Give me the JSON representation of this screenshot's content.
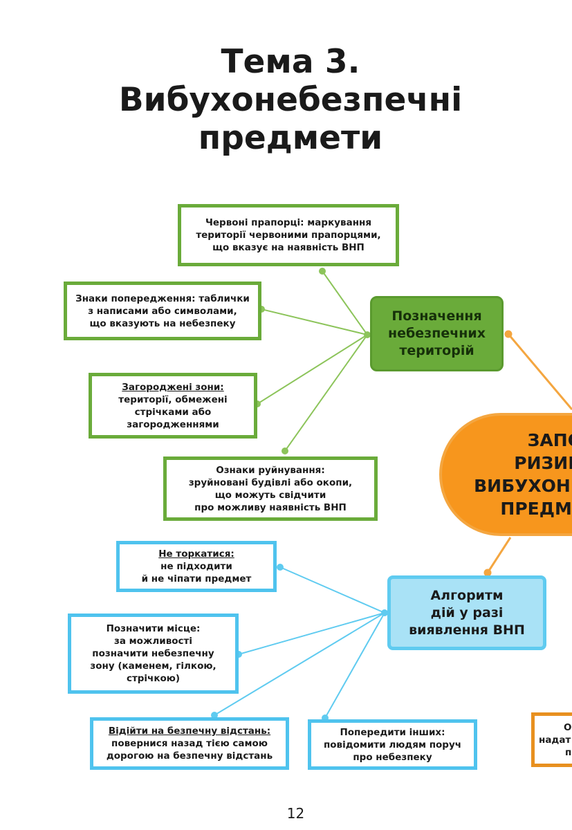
{
  "title": {
    "line1": "Тема 3.",
    "line2": "Вибухонебезпечні",
    "line3": "предмети"
  },
  "center": {
    "lines": [
      "ЗАПОБ",
      "РИЗИКА",
      "ВИБУХОНЕБ",
      "ПРЕДМЕТ"
    ]
  },
  "green_hub": {
    "lines": [
      "Позначення",
      "небезпечних",
      "територій"
    ]
  },
  "green_boxes": [
    {
      "lines": [
        "Червоні прапорці: маркування",
        "території червоними прапорцями,",
        "що вказує на наявність ВНП"
      ]
    },
    {
      "lines": [
        "Знаки попередження: таблички",
        "з написами або символами,",
        "що вказують на небезпеку"
      ]
    },
    {
      "heading": "Загороджені зони:",
      "lines": [
        "території, обмежені",
        "стрічками або",
        "загородженнями"
      ]
    },
    {
      "lines": [
        "Ознаки руйнування:",
        "зруйновані будівлі або окопи,",
        "що можуть свідчити",
        "про можливу наявність ВНП"
      ]
    }
  ],
  "blue_hub": {
    "lines": [
      "Алгоритм",
      "дій у разі",
      "виявлення ВНП"
    ]
  },
  "blue_boxes": [
    {
      "heading": "Не торкатися:",
      "lines": [
        "не підходити",
        "й не чіпати предмет"
      ]
    },
    {
      "lines": [
        "Позначити місце:",
        "за можливості",
        "позначити небезпечну",
        "зону (каменем, гілкою,",
        "стрічкою)"
      ]
    },
    {
      "heading": "Відійти на безпечну відстань:",
      "lines": [
        "повернися  назад тією самою",
        "дорогою на безпечну відстань"
      ]
    },
    {
      "lines": [
        "Попередити інших:",
        "повідомити людям поруч",
        "про небезпеку"
      ]
    }
  ],
  "orange_box": {
    "lines": [
      "Оп",
      "надат",
      "пі"
    ]
  },
  "page_number": "12"
}
